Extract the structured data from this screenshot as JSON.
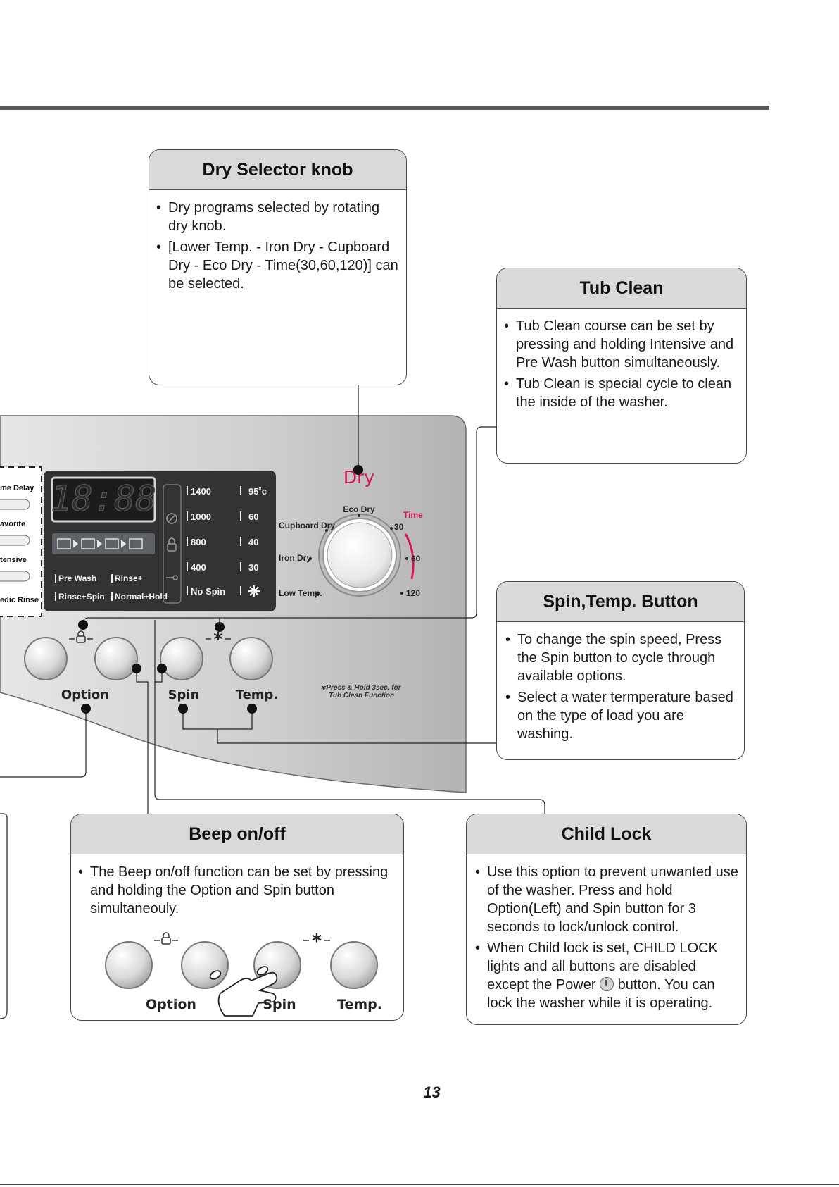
{
  "dry_selector": {
    "title": "Dry Selector knob",
    "bullets": [
      "Dry programs selected by rotating dry knob.",
      "[Lower Temp. - Iron Dry - Cupboard Dry - Eco Dry - Time(30,60,120)] can be selected."
    ]
  },
  "tub_clean": {
    "title": "Tub Clean",
    "bullets": [
      "Tub Clean course can be set by pressing and holding Intensive and Pre Wash button simultaneously.",
      "Tub Clean is special cycle to clean the inside of the washer."
    ]
  },
  "spin_temp": {
    "title": "Spin,Temp. Button",
    "bullets": [
      "To change the spin speed, Press the Spin button to cycle through available options.",
      "Select a water termperature based on the type of load you are washing."
    ]
  },
  "beep": {
    "title": "Beep on/off",
    "bullets": [
      "The Beep on/off function can be set by pressing and holding the Option and Spin button simultaneouly."
    ],
    "buttons": [
      "Option",
      "Spin",
      "Temp."
    ]
  },
  "child_lock": {
    "title": "Child Lock",
    "bullets": [
      "Use this option to prevent unwanted use of the washer. Press and hold Option(Left) and Spin button for 3 seconds to lock/unlock control."
    ],
    "bullet2_before": "When Child lock is set, CHILD LOCK lights and all buttons are disabled except the Power",
    "bullet2_after": "button. You can lock the washer while it is operating."
  },
  "panel": {
    "left_buttons": [
      "me Delay",
      "avorite",
      "tensive",
      "edic Rinse"
    ],
    "display": "18:88",
    "spin_speeds": [
      "1400",
      "1000",
      "800",
      "400",
      "No Spin"
    ],
    "temps": [
      "95˚c",
      "60",
      "40",
      "30"
    ],
    "options_row1": [
      "Pre Wash",
      "Rinse+"
    ],
    "options_row2": [
      "Rinse+Spin",
      "Normal+Hold"
    ],
    "dry_label": "Dry",
    "eco_dry": "Eco Dry",
    "cupboard_dry": "Cupboard Dry",
    "iron_dry": "Iron Dry",
    "low_temp": "Low Temp.",
    "time_label": "Time",
    "times": [
      "30",
      "60",
      "120"
    ],
    "button_labels": [
      "Option",
      "Spin",
      "Temp."
    ],
    "press_note_line1": "∗Press & Hold 3sec. for",
    "press_note_line2": "Tub Clean Function"
  },
  "page_number": "13"
}
